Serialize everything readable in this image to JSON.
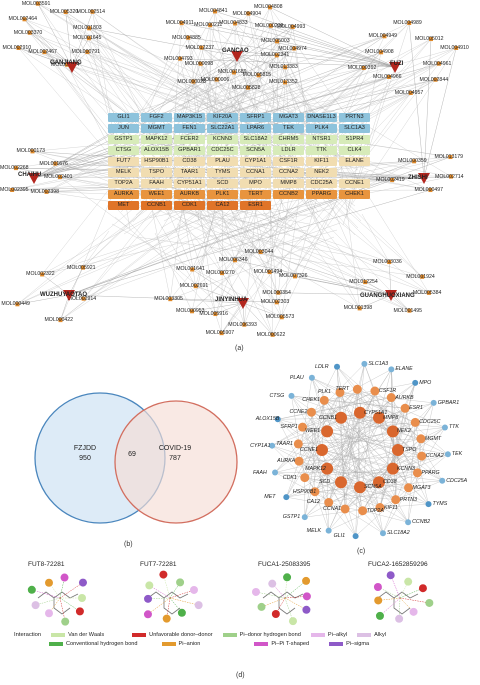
{
  "panel_a": {
    "label": "(a)",
    "hubs": [
      {
        "name": "GANJIANG",
        "key": "ganjiang"
      },
      {
        "name": "GANCAO",
        "key": "gancao"
      },
      {
        "name": "FUZI",
        "key": "fuzi"
      },
      {
        "name": "CHAIHU",
        "key": "chaihu"
      },
      {
        "name": "ZHISHI",
        "key": "zhishi"
      },
      {
        "name": "WUZHUYAOTAO",
        "key": "wuzhu"
      },
      {
        "name": "JINYINHUA",
        "key": "jinyin"
      },
      {
        "name": "GUANGHUOXIANG",
        "key": "guanghuo"
      }
    ],
    "molecules": [
      "MOL001645",
      "MOL000791",
      "MOL004904",
      "MOL002467",
      "MOL002910",
      "MOL003370",
      "MOL002464",
      "MOL003591",
      "MOL005320",
      "MOL002514",
      "MOL001803",
      "MOL002341",
      "MOL013383",
      "MOL013352",
      "MOL005815",
      "MOL005828",
      "MOL001689",
      "MOL000006",
      "MOL000028",
      "MOL000098",
      "MOL004793",
      "MOL012237",
      "MOL004885",
      "MOL004911",
      "MOL000211",
      "MOL004841",
      "MOL004833",
      "MOL004904",
      "MOL004808",
      "MOL000239",
      "MOL004993",
      "MOL005003",
      "MOL004974",
      "MOL004961",
      "MOL002844",
      "MOL004957",
      "MOL004966",
      "MOL000392",
      "MOL004908",
      "MOL004949",
      "MOL004989",
      "MOL005012",
      "MOL004910",
      "MOL002401",
      "MOL002398",
      "MOL002395",
      "MOL002268",
      "MOL000173",
      "MOL001676",
      "MOL002714",
      "MOL000497",
      "MOL002419",
      "MOL000359",
      "MOL013179",
      "MOL002914",
      "MOL000422",
      "MOL000449",
      "MOL002322",
      "MOL005921",
      "MOL002303",
      "MOL005573",
      "MOL000622",
      "MOL006393",
      "MOL005907",
      "MOL005916",
      "MOL000953",
      "MOL003305",
      "MOL002691",
      "MOL001641",
      "MOL000270",
      "MOL006346",
      "MOL003044",
      "MOL001494",
      "MOL007326",
      "MOL000354",
      "MOL005384",
      "MOL001495",
      "MOL001398",
      "MOL012254",
      "MOL003036",
      "MOL001924"
    ],
    "genes": [
      [
        "GLI1",
        "FGF2",
        "MAP3K15",
        "KIF20A",
        "SFRP1",
        "MGAT3",
        "DNASE1L3",
        "PRTN3"
      ],
      [
        "JUN",
        "MGMT",
        "FEN1",
        "SLC22A1",
        "LPAR6",
        "TEK",
        "PLK4",
        "SLC1A3"
      ],
      [
        "GSTP1",
        "MAPK12",
        "FCER2",
        "KCNN3",
        "SLC18A2",
        "CHRM5",
        "NTSR1",
        "S1PR4"
      ],
      [
        "CTSG",
        "ALOX15B",
        "GPBAR1",
        "CDC25C",
        "SCN5A",
        "LDLR",
        "TTK",
        "CLK4"
      ],
      [
        "FUT7",
        "HSP90B1",
        "CD38",
        "PLAU",
        "CYP1A1",
        "CSF1R",
        "KIF11",
        "ELANE"
      ],
      [
        "MELK",
        "TSPO",
        "TAAR1",
        "TYMS",
        "CCNA1",
        "CCNA2",
        "NEK2",
        ""
      ],
      [
        "TOP2A",
        "FAAH",
        "CYP51A1",
        "SCD",
        "MPO",
        "MMP8",
        "CDC25A",
        "CCNE1"
      ],
      [
        "AURKA",
        "WEE1",
        "AURKB",
        "PLK1",
        "TERT",
        "CCNB2",
        "PPARG",
        "CHEK1"
      ],
      [
        "MET",
        "CCNB1",
        "CDK1",
        "CA12",
        "ESR1",
        "",
        "",
        ""
      ]
    ]
  },
  "panel_b": {
    "label": "(b)",
    "left_name": "FZJDD",
    "left_count": "950",
    "overlap": "69",
    "right_name": "COVID-19",
    "right_count": "787"
  },
  "panel_c": {
    "label": "(c)",
    "nodes": [
      "TSPO",
      "KCNN3",
      "CD38",
      "SCN5A",
      "SCD",
      "MAPK12",
      "CCNE1",
      "WEE1",
      "CCNB1",
      "CYP51A1",
      "MMP8",
      "NEK2",
      "CCNA2",
      "PPARG",
      "MGAT3",
      "PRTN3",
      "KIF11",
      "TOP2A",
      "CCNA1",
      "CA12",
      "HSP90B1",
      "CDK1",
      "AURKA",
      "TAAR1",
      "SFRP1",
      "CCNE2",
      "CHEK1",
      "PLK1",
      "TERT",
      "CSF1R",
      "AURKB",
      "ESR1",
      "CDC25C",
      "MGMT",
      "TEK",
      "CDC25A",
      "TYMS",
      "CCNB2",
      "SLC18A2",
      "GLI1",
      "MELK",
      "GSTP1",
      "MET",
      "FAAH",
      "CYP1A1",
      "ALOX15B",
      "CTSG",
      "PLAU",
      "LDLR",
      "SLC1A3",
      "ELANE",
      "MPO",
      "GPBAR1",
      "TTK"
    ]
  },
  "panel_d": {
    "label": "(d)",
    "titles": [
      "FUT8-72281",
      "FUT7-72281",
      "FUCA1-25083395",
      "FUCA2-1652859296"
    ],
    "legend_title": "Interaction",
    "legend": [
      {
        "label": "Van der Waals",
        "color": "#c9e6a7"
      },
      {
        "label": "Conventional hydrogen bond",
        "color": "#4fb04a"
      },
      {
        "label": "Unfavorable donor–donor",
        "color": "#d12a2a"
      },
      {
        "label": "Pi–anion",
        "color": "#e39a2e"
      },
      {
        "label": "Pi–donor hydrogen bond",
        "color": "#9fd08a"
      },
      {
        "label": "Pi–Pi T-shaped",
        "color": "#d156c8"
      },
      {
        "label": "Pi–alkyl",
        "color": "#e5b7ea"
      },
      {
        "label": "Pi–sigma",
        "color": "#8e5ac8"
      },
      {
        "label": "Alkyl",
        "color": "#dcc0e4"
      }
    ]
  }
}
